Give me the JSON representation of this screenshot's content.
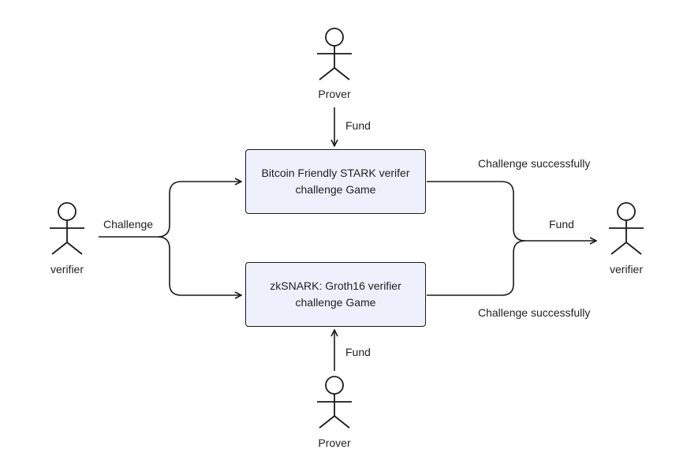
{
  "prover_top": {
    "label": "Prover",
    "fund_label": "Fund"
  },
  "prover_bottom": {
    "label": "Prover",
    "fund_label": "Fund"
  },
  "verifier_left": {
    "label": "verifier",
    "challenge_label": "Challenge"
  },
  "verifier_right": {
    "label": "verifier",
    "fund_label": "Fund"
  },
  "game_stark": {
    "line1": "Bitcoin Friendly STARK verifer",
    "line2": "challenge Game"
  },
  "game_groth16": {
    "line1": "zkSNARK: Groth16 verifier",
    "line2": "challenge Game"
  },
  "outcome_top": {
    "label": "Challenge successfully"
  },
  "outcome_bottom": {
    "label": "Challenge successfully"
  },
  "colors": {
    "box_fill": "#eef0fb",
    "stroke": "#1a1a1a"
  }
}
